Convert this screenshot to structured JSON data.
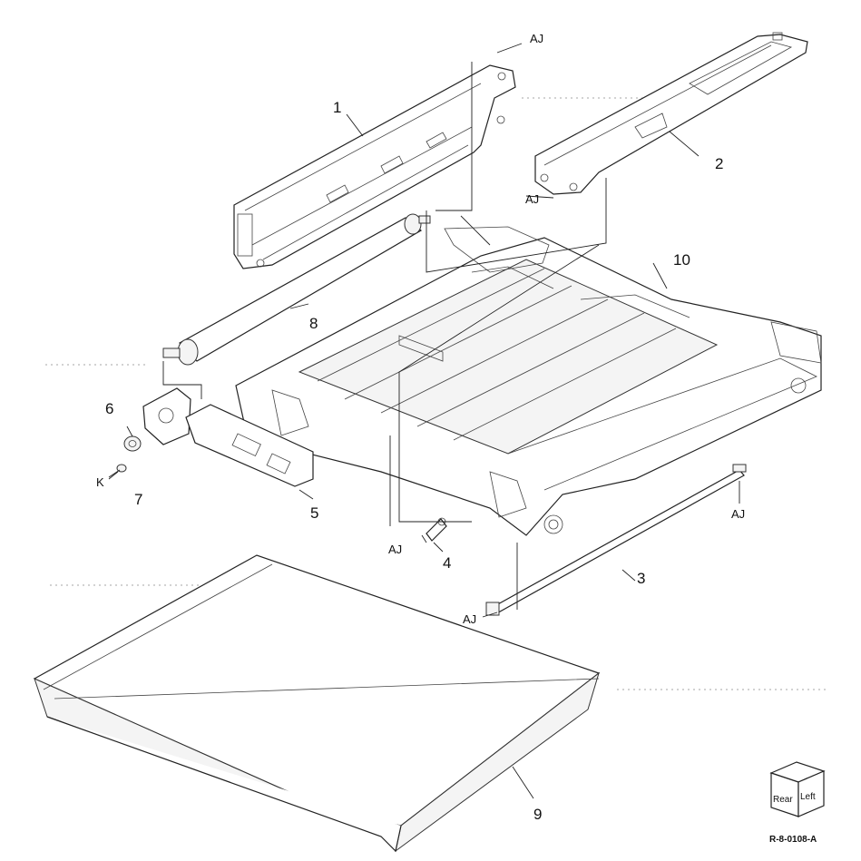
{
  "callouts": {
    "c1": "1",
    "c2": "2",
    "c3": "3",
    "c4": "4",
    "c5": "5",
    "c6": "6",
    "c7": "7",
    "c8": "8",
    "c9": "9",
    "c10": "10"
  },
  "refs": {
    "aj_top": "AJ",
    "aj_part2": "AJ",
    "aj_part4": "AJ",
    "aj_part3_right": "AJ",
    "aj_part3_left": "AJ",
    "k_part7": "K"
  },
  "orientation_cube": {
    "rear": "Rear",
    "left": "Left"
  },
  "figure_code": "R-8-0108-A"
}
